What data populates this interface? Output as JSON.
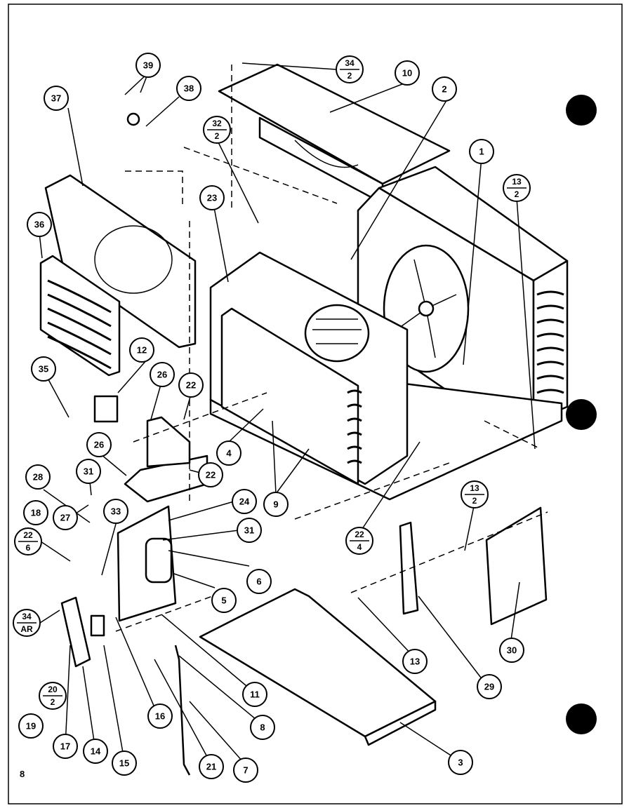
{
  "page_number": "8",
  "callouts": {
    "c1": "1",
    "c2": "2",
    "c3": "3",
    "c4": "4",
    "c5": "5",
    "c6": "6",
    "c7": "7",
    "c8": "8",
    "c9": "9",
    "c10": "10",
    "c11": "11",
    "c12": "12",
    "c13": "13",
    "c14": "14",
    "c15": "15",
    "c16": "16",
    "c17": "17",
    "c18": "18",
    "c19": "19",
    "c21": "21",
    "c22a": "22",
    "c22b": "22",
    "c23": "23",
    "c24": "24",
    "c26a": "26",
    "c26b": "26",
    "c27": "27",
    "c28": "28",
    "c29": "29",
    "c30": "30",
    "c31a": "31",
    "c31b": "31",
    "c33": "33",
    "c35": "35",
    "c36": "36",
    "c37": "37",
    "c38": "38",
    "c39": "39"
  },
  "fraction_callouts": {
    "f34_2": {
      "top": "34",
      "bottom": "2"
    },
    "f32_2": {
      "top": "32",
      "bottom": "2"
    },
    "f13_2a": {
      "top": "13",
      "bottom": "2"
    },
    "f13_2b": {
      "top": "13",
      "bottom": "2"
    },
    "f22_4": {
      "top": "22",
      "bottom": "4"
    },
    "f22_6": {
      "top": "22",
      "bottom": "6"
    },
    "f34_ar": {
      "top": "34",
      "bottom": "AR"
    },
    "f20_2": {
      "top": "20",
      "bottom": "2"
    }
  }
}
